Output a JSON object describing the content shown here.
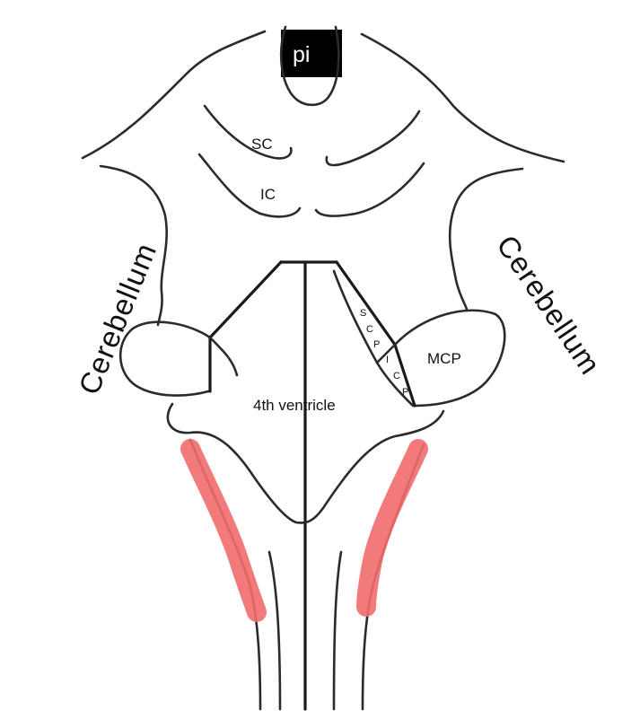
{
  "diagram": {
    "labels": {
      "pineal": "pi",
      "superior_colliculus": "SC",
      "inferior_colliculus": "IC",
      "cerebellum_left": "Cerebellum",
      "cerebellum_right": "Cerebellum",
      "mcp": "MCP",
      "fourth_ventricle": "4th ventricle",
      "scp_letters": [
        "S",
        "C",
        "P"
      ],
      "icp_letters": [
        "I",
        "C",
        "P"
      ]
    },
    "colors": {
      "line": "#2b2b2b",
      "highlight": "#f26b6b",
      "label_box": "#000000"
    }
  }
}
